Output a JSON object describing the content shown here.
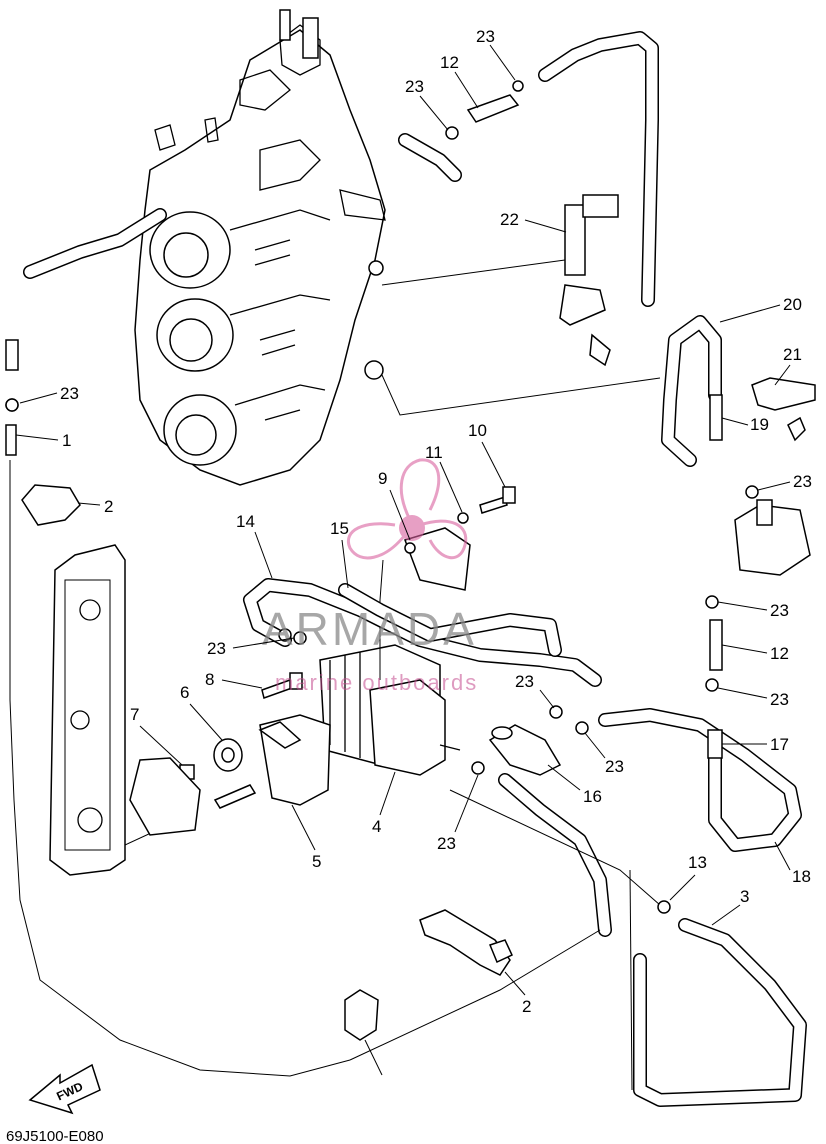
{
  "diagram": {
    "code": "69J5100-E080",
    "direction_marker": "FWD",
    "watermark": {
      "brand": "ARMADA",
      "tagline": "marine outboards",
      "logo_color": "#d8609e"
    },
    "callouts": [
      "23",
      "12",
      "23",
      "22",
      "20",
      "21",
      "23",
      "1",
      "2",
      "19",
      "10",
      "11",
      "9",
      "23",
      "14",
      "15",
      "23",
      "12",
      "8",
      "23",
      "23",
      "6",
      "7",
      "17",
      "23",
      "16",
      "4",
      "5",
      "23",
      "18",
      "23",
      "13",
      "3",
      "2"
    ]
  }
}
